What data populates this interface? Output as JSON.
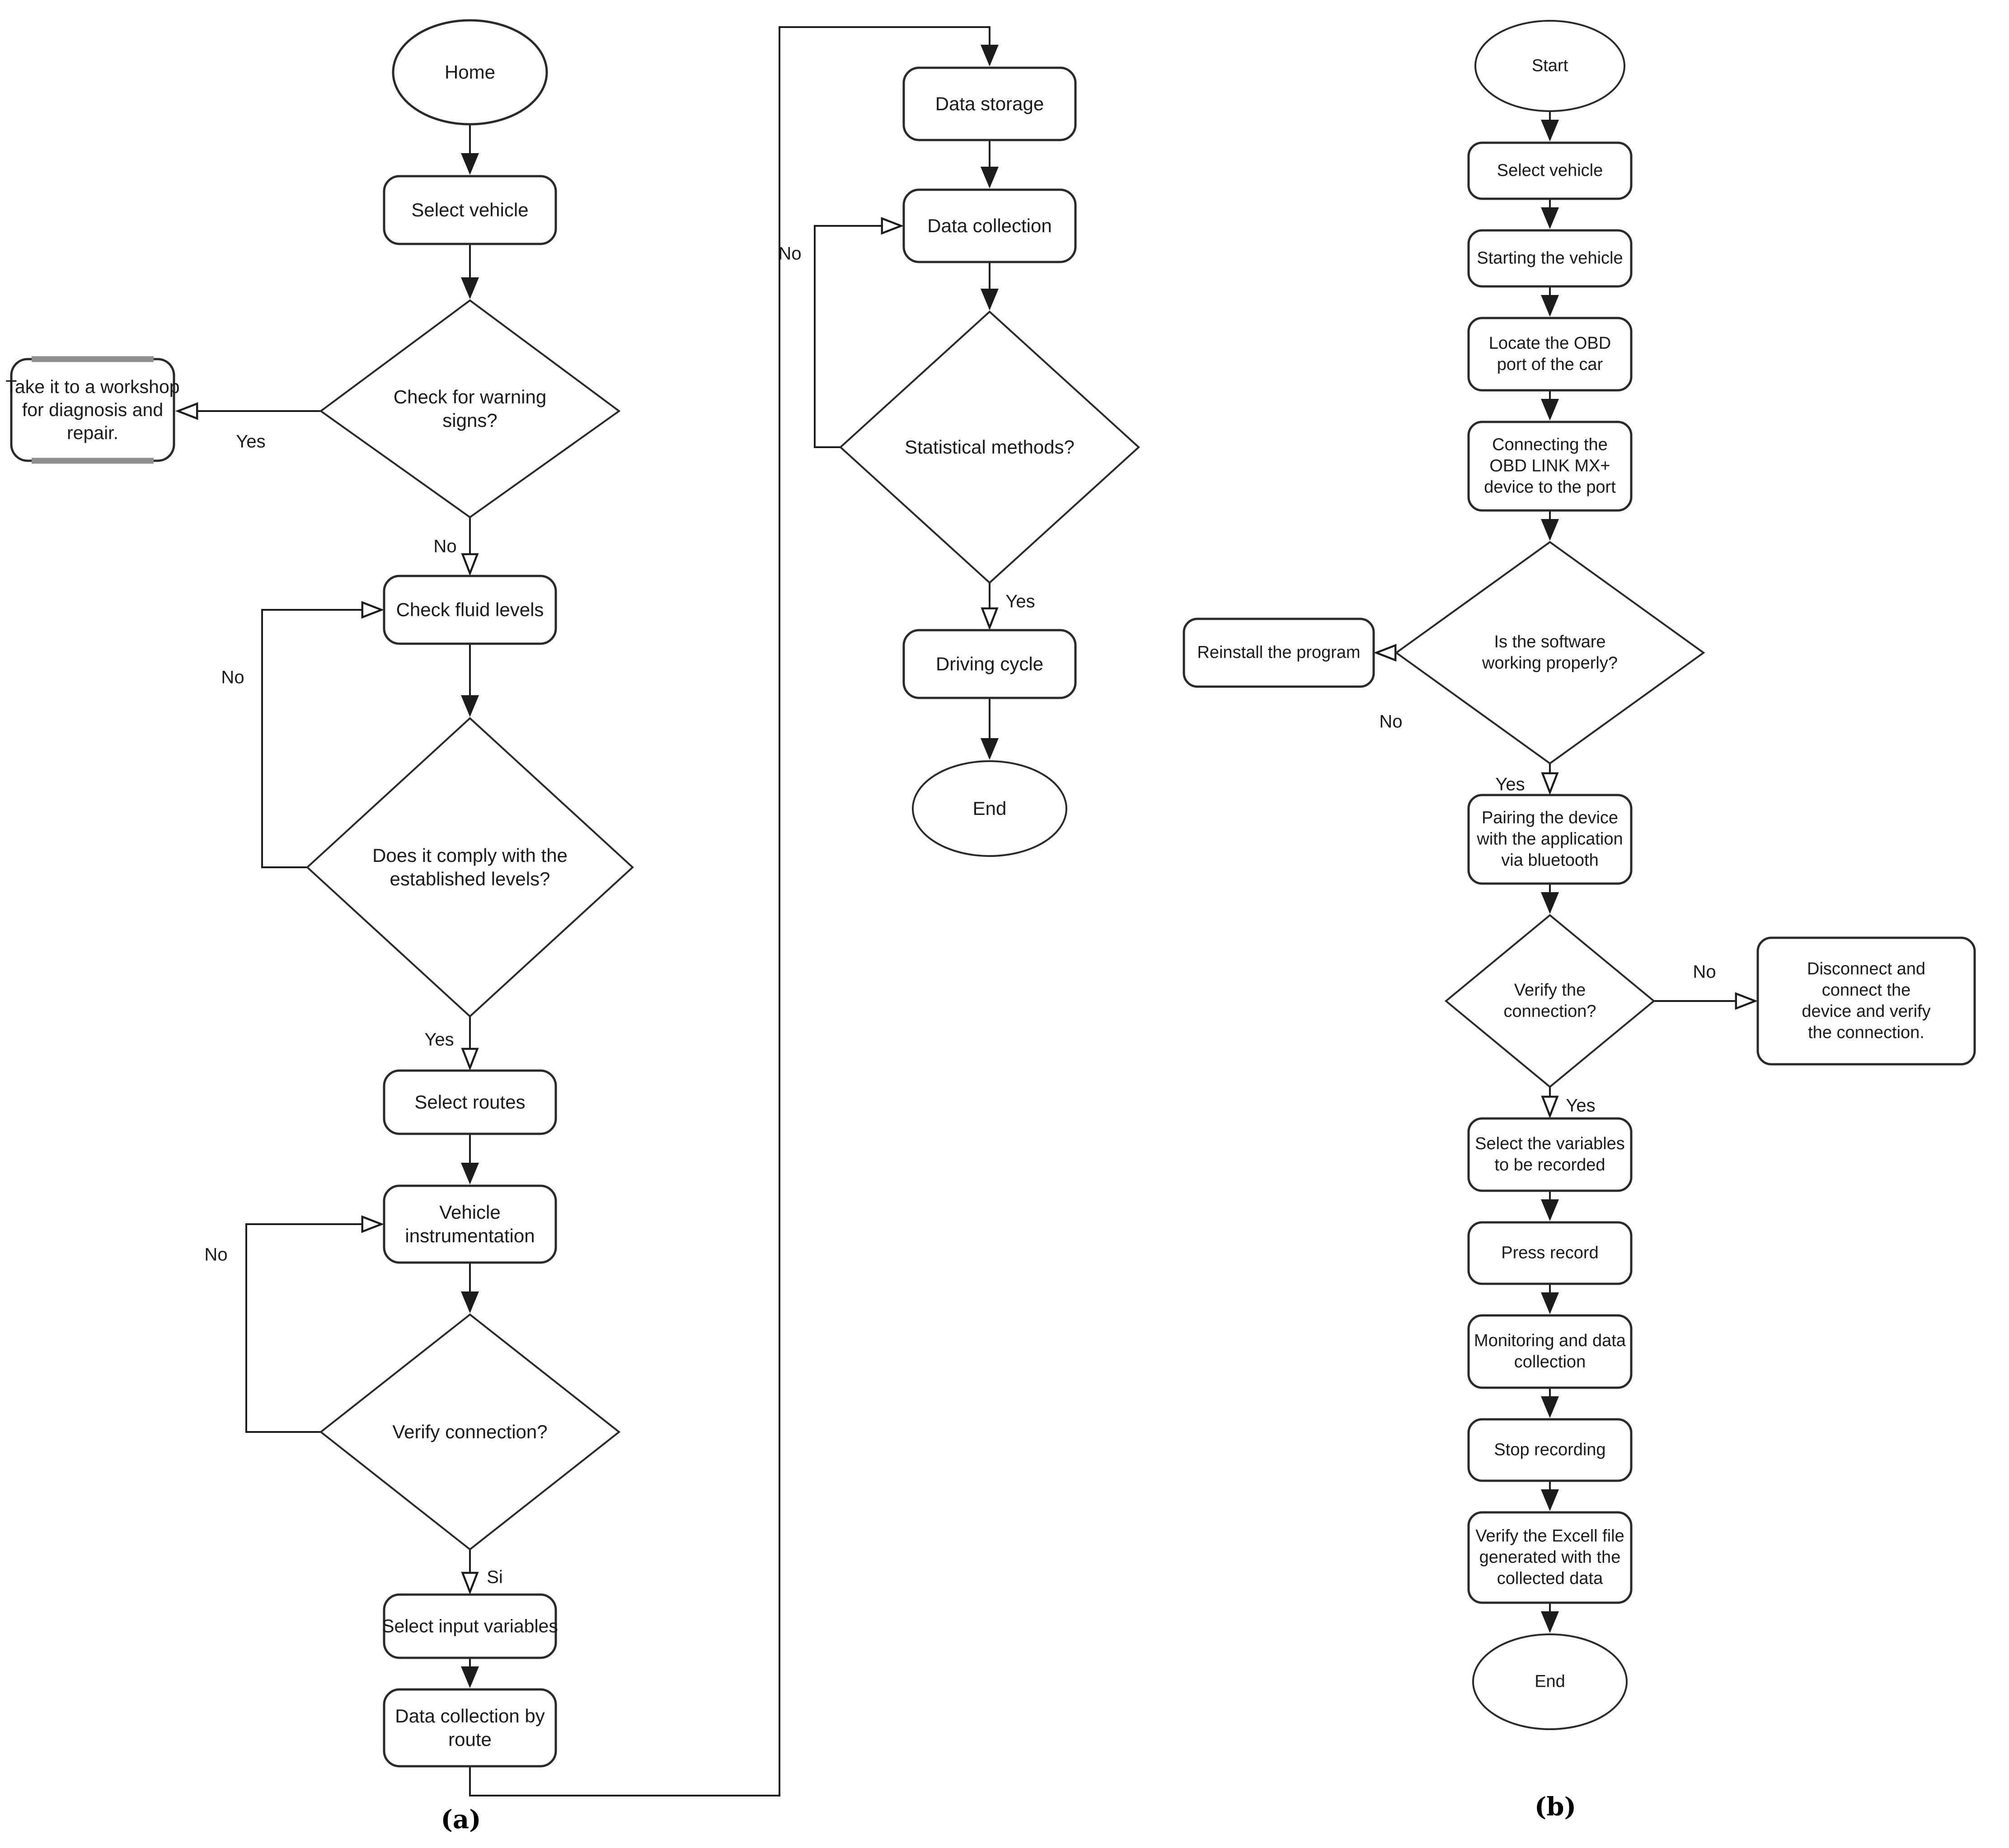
{
  "figure": {
    "panel_a_caption": "(a)",
    "panel_b_caption": "(b)"
  },
  "colors": {
    "shape_stroke": "#2a2a2a",
    "line_stroke": "#1c1c1c",
    "workshop_accent": "#8f8f8f",
    "text": "#1b1b1b",
    "background": "#ffffff"
  },
  "flowchart_a": {
    "nodes": {
      "home": "Home",
      "select_vehicle": "Select vehicle",
      "check_warning": "Check for warning signs?",
      "workshop": "Take it to a workshop for diagnosis and repair.",
      "check_fluid": "Check fluid levels",
      "comply_levels": "Does it comply with the established levels?",
      "select_routes": "Select routes",
      "vehicle_instrumentation": "Vehicle instrumentation",
      "verify_connection": "Verify connection?",
      "select_input_variables": "Select input variables",
      "data_collection_by_route": "Data collection by route",
      "data_storage": "Data storage",
      "data_collection": "Data collection",
      "statistical_methods": "Statistical methods?",
      "driving_cycle": "Driving cycle",
      "end": "End"
    },
    "edge_labels": {
      "warning_yes": "Yes",
      "warning_no": "No",
      "fluid_loop_no": "No",
      "comply_yes": "Yes",
      "instr_loop_no": "No",
      "verify_si": "Si",
      "stat_no": "No",
      "stat_yes": "Yes"
    }
  },
  "flowchart_b": {
    "nodes": {
      "start": "Start",
      "select_vehicle": "Select vehicle",
      "starting_vehicle": "Starting the vehicle",
      "locate_obd": "Locate the OBD port of the car",
      "connecting_obd": "Connecting the OBD LINK MX+ device to the port",
      "software_working": "Is the software working properly?",
      "reinstall": "Reinstall the program",
      "pairing": "Pairing the device with the application via bluetooth",
      "verify_connection": "Verify the connection?",
      "disconnect": "Disconnect and connect the device and verify the connection.",
      "select_variables": "Select the variables to be recorded",
      "press_record": "Press record",
      "monitoring": "Monitoring and data collection",
      "stop_recording": "Stop recording",
      "verify_excel": "Verify the Excell file generated with the collected data",
      "end": "End"
    },
    "edge_labels": {
      "software_no": "No",
      "software_yes": "Yes",
      "verify_no": "No",
      "verify_yes": "Yes"
    }
  }
}
